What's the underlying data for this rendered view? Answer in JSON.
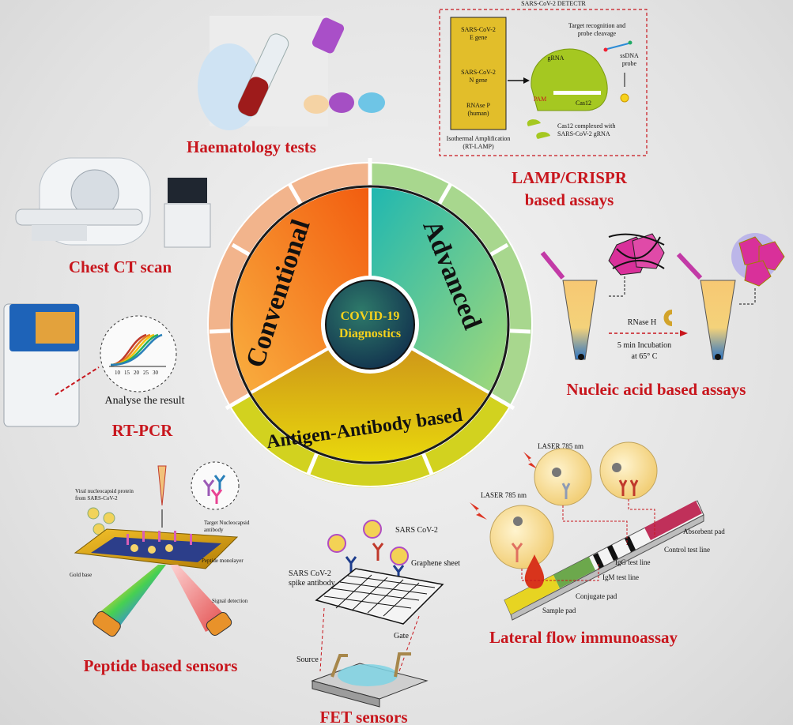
{
  "center": {
    "line1": "COVID-19",
    "line2": "Diagnostics"
  },
  "segments": {
    "conventional": "Conventional",
    "advanced": "Advanced",
    "antigen": "Antigen-Antibody based"
  },
  "sections": {
    "haematology": "Haematology tests",
    "ct": "Chest CT scan",
    "rtpcr": "RT-PCR",
    "lamp_line1": "LAMP/CRISPR",
    "lamp_line2": "based assays",
    "nucleic": "Nucleic acid based assays",
    "peptide": "Peptide based sensors",
    "fet": "FET sensors",
    "lateral": "Lateral flow immunoassay"
  },
  "rtpcr_panel": {
    "analyse": "Analyse the result",
    "ticks": [
      "10",
      "15",
      "20",
      "25",
      "30"
    ]
  },
  "crispr_panel": {
    "title": "SARS-CoV-2 DETECTR",
    "gene_e_1": "SARS-CoV-2",
    "gene_e_2": "E gene",
    "gene_n_1": "SARS-CoV-2",
    "gene_n_2": "N gene",
    "rnase_1": "RNAse P",
    "rnase_2": "(human)",
    "iso_1": "Isothermal Amplification",
    "iso_2": "(RT-LAMP)",
    "target_1": "Target recognition and",
    "target_2": "probe cleavage",
    "grna": "gRNA",
    "pam": "PAM",
    "cas12": "Cas12",
    "ssdna_1": "ssDNA",
    "ssdna_2": "probe",
    "complex_1": "Cas12 complexed with",
    "complex_2": "SARS-CoV-2 gRNA"
  },
  "nucleic_panel": {
    "rnase_h": "RNase H",
    "incubation_1": "5 min Incubation",
    "incubation_2": "at 65° C"
  },
  "peptide_panel": {
    "viral_1": "Viral nucleocapsid protein",
    "viral_2": "from SARS-CoV-2",
    "target_1": "Target Nucleocapsid",
    "target_2": "antibody",
    "monolayer": "Peptide monolayer",
    "gold": "Gold base",
    "signal": "Signal detection"
  },
  "fet_panel": {
    "sars": "SARS CoV-2",
    "spike_1": "SARS CoV-2",
    "spike_2": "spike antibody",
    "graphene": "Graphene sheet",
    "gate": "Gate",
    "source": "Source"
  },
  "lateral_panel": {
    "laser_top": "LASER 785 nm",
    "laser_left": "LASER 785 nm",
    "absorbent": "Absorbent pad",
    "control": "Control test line",
    "igg": "IgG test line",
    "igm": "IgM test line",
    "conjugate": "Conjugate pad",
    "sample": "Sample pad"
  },
  "colors": {
    "title_red": "#c8161d",
    "conventional": "#f7891e",
    "advanced": "#4fc3b0",
    "antigen": "#d4b21a",
    "center": "#1d4e6b"
  }
}
